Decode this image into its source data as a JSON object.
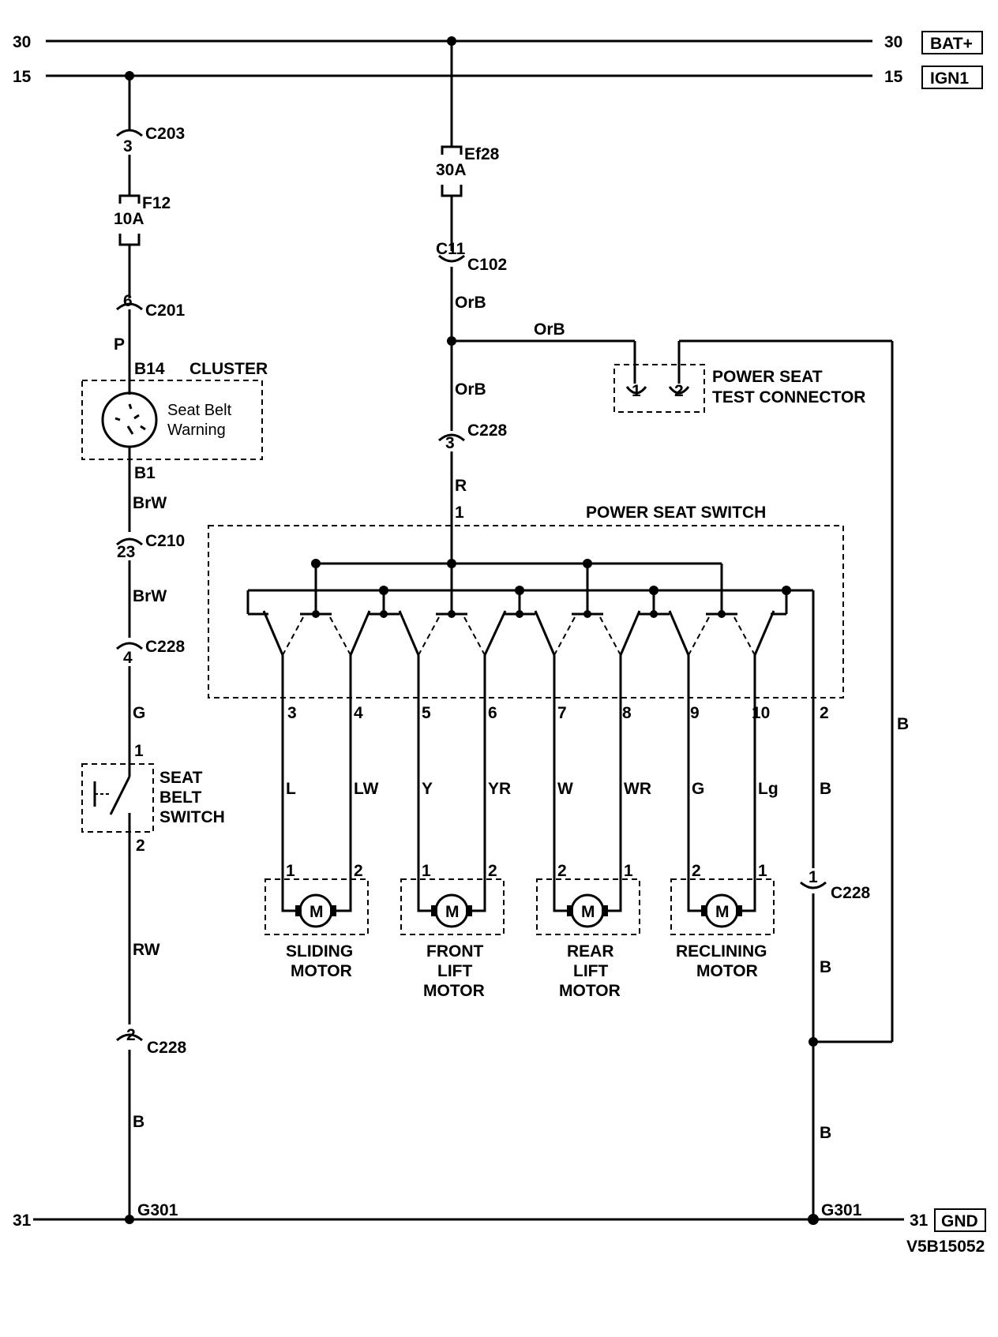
{
  "rails": {
    "top_left_num": "30",
    "top_right_num": "30",
    "top_tag": "BAT+",
    "ign_left_num": "15",
    "ign_right_num": "15",
    "ign_tag": "IGN1",
    "gnd_left_num": "31",
    "gnd_right_num": "31",
    "gnd_tag": "GND"
  },
  "left_branch": {
    "c203_pin": "3",
    "c203": "C203",
    "fuse_name": "F12",
    "fuse_rating": "10A",
    "c201_pin": "6",
    "c201": "C201",
    "wire_p": "P",
    "cluster_pin_in": "B14",
    "cluster_title": "CLUSTER",
    "lamp_line1": "Seat Belt",
    "lamp_line2": "Warning",
    "cluster_pin_out": "B1",
    "wire_brw1": "BrW",
    "c210_pin": "23",
    "c210": "C210",
    "wire_brw2": "BrW",
    "c228a_pin": "4",
    "c228a": "C228",
    "wire_g": "G",
    "switch_pin1": "1",
    "switch_line1": "SEAT",
    "switch_line2": "BELT",
    "switch_line3": "SWITCH",
    "switch_pin2": "2",
    "wire_rw": "RW",
    "c228b_pin": "2",
    "c228b": "C228",
    "wire_b": "B",
    "ground": "G301"
  },
  "center_branch": {
    "fuse_name": "Ef28",
    "fuse_rating": "30A",
    "c102_pin": "C11",
    "c102": "C102",
    "wire_orb1": "OrB",
    "wire_orb_h": "OrB",
    "wire_orb2": "OrB",
    "c228_pin": "3",
    "c228": "C228",
    "wire_r": "R",
    "switch_pin": "1",
    "test_pin1": "1",
    "test_pin2": "2",
    "test_line1": "POWER SEAT",
    "test_line2": "TEST CONNECTOR"
  },
  "power_seat_switch": {
    "title": "POWER SEAT SWITCH",
    "pins": [
      "3",
      "4",
      "5",
      "6",
      "7",
      "8",
      "9",
      "10",
      "2"
    ],
    "wires": [
      "L",
      "LW",
      "Y",
      "YR",
      "W",
      "WR",
      "G",
      "Lg",
      "B"
    ]
  },
  "motors": [
    {
      "pin_left": "1",
      "pin_right": "2",
      "symbol": "M",
      "line1": "SLIDING",
      "line2": "MOTOR",
      "line3": ""
    },
    {
      "pin_left": "1",
      "pin_right": "2",
      "symbol": "M",
      "line1": "FRONT",
      "line2": "LIFT",
      "line3": "MOTOR"
    },
    {
      "pin_left": "2",
      "pin_right": "1",
      "symbol": "M",
      "line1": "REAR",
      "line2": "LIFT",
      "line3": "MOTOR"
    },
    {
      "pin_left": "2",
      "pin_right": "1",
      "symbol": "M",
      "line1": "RECLINING",
      "line2": "MOTOR",
      "line3": ""
    }
  ],
  "right_branch": {
    "wire_b_far": "B",
    "c228_pin": "1",
    "c228": "C228",
    "wire_b_mid": "B",
    "wire_b_low": "B",
    "ground": "G301"
  },
  "figure_id": "V5B15052"
}
